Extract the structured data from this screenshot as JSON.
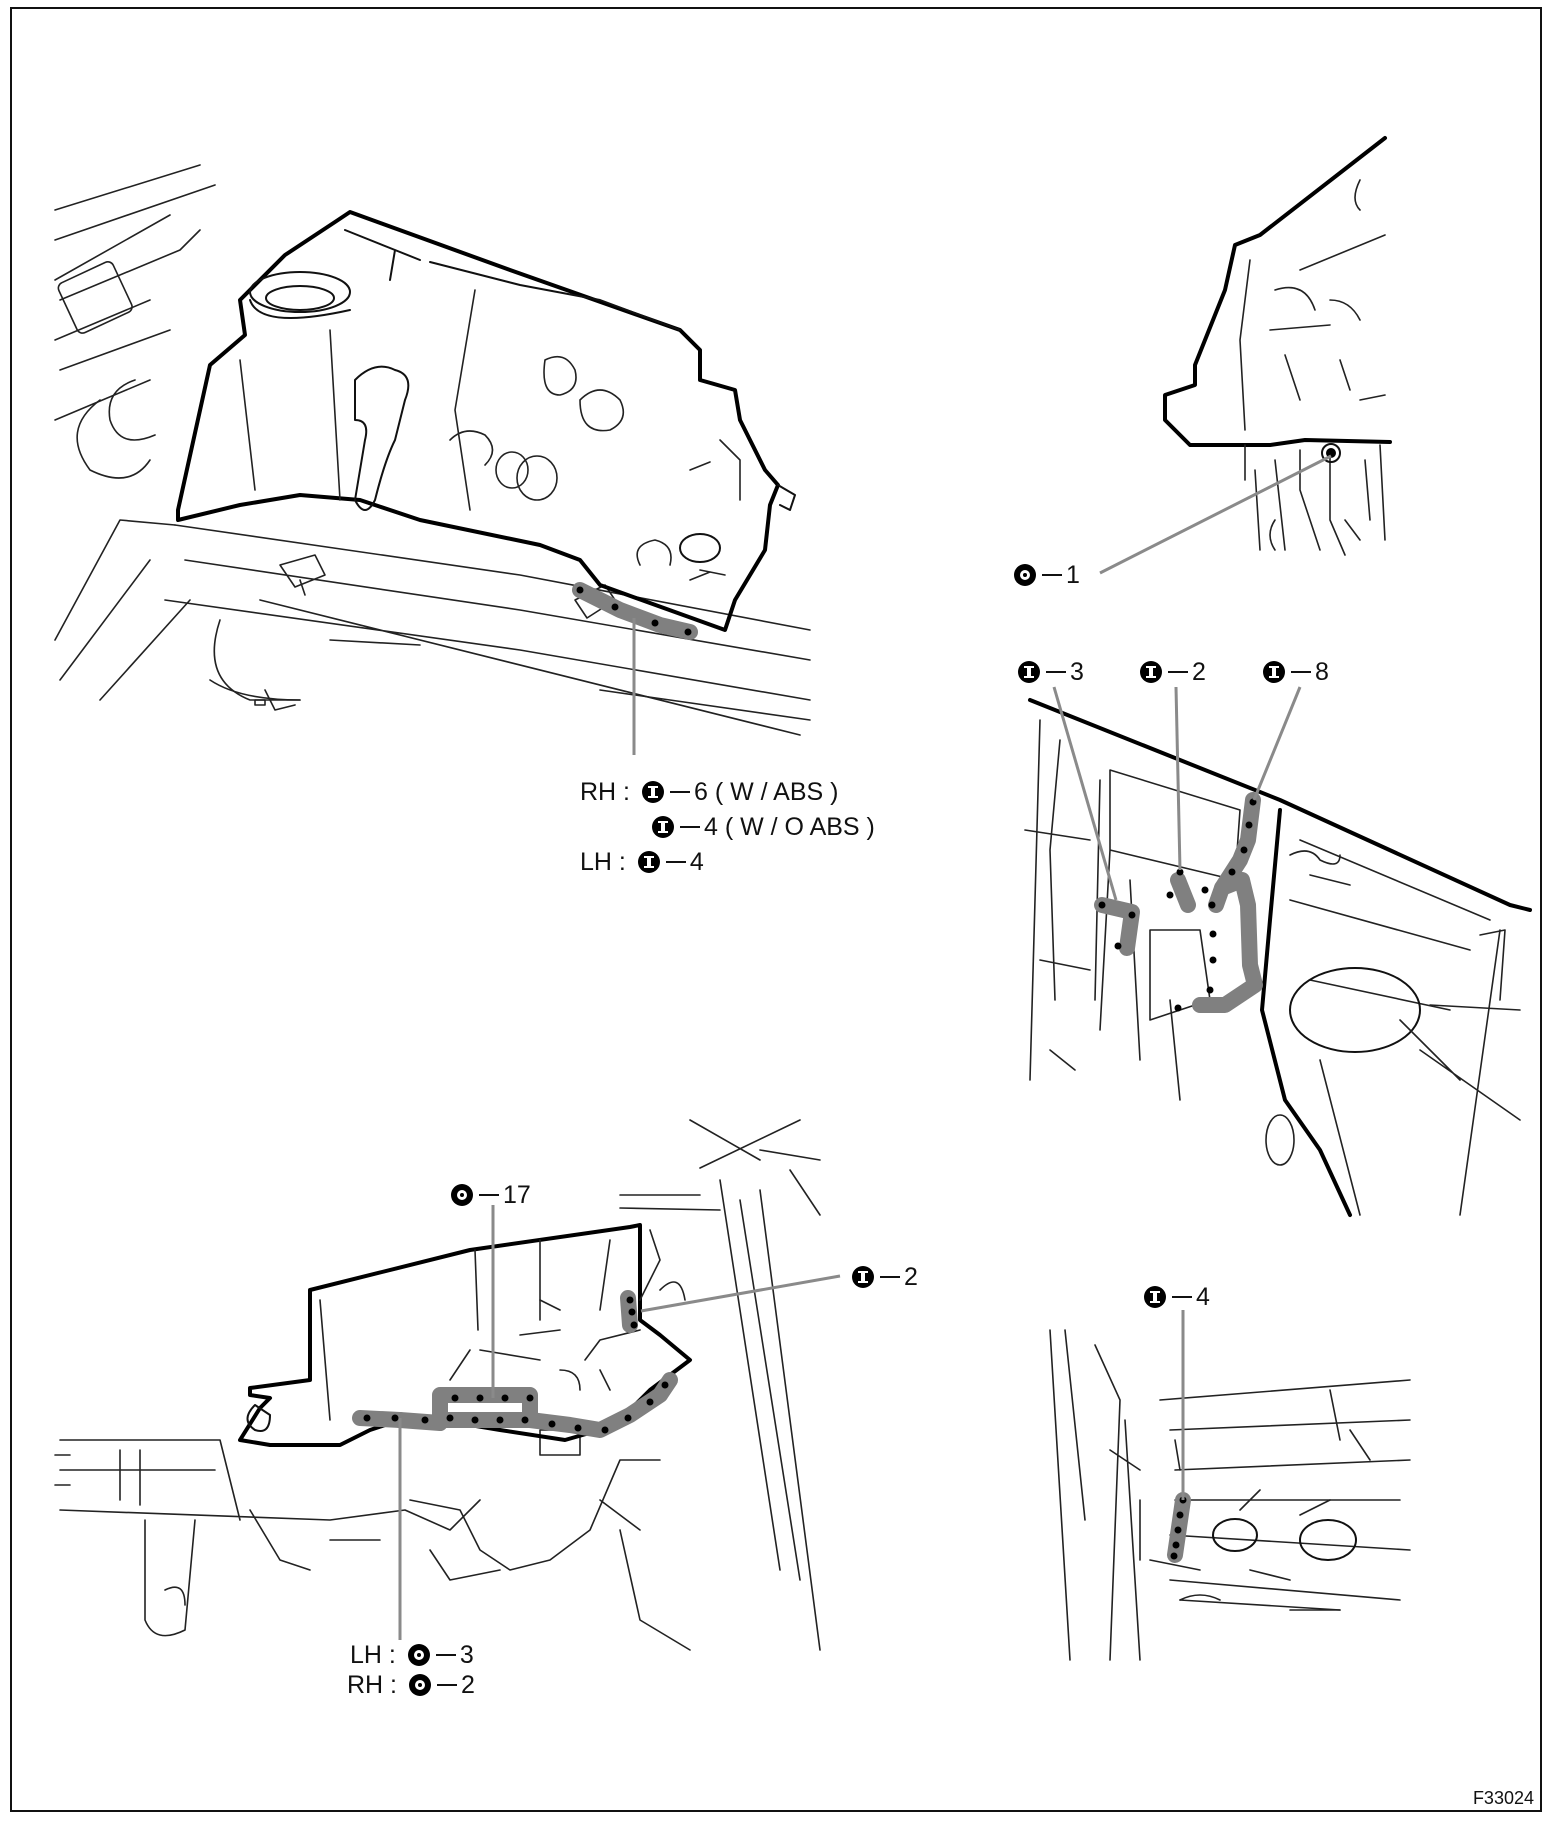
{
  "figure_id": "F33024",
  "callouts": {
    "top_left": {
      "rh_prefix": "RH :",
      "rh_line1": "6 ( W / ABS )",
      "rh_line2": "4 ( W / O ABS )",
      "lh_prefix": "LH :",
      "lh_line": "4"
    },
    "top_right": {
      "label": "1"
    },
    "mid_right": {
      "a": "3",
      "b": "2",
      "c": "8"
    },
    "bottom_left": {
      "top": "17",
      "right": "2",
      "lh_prefix": "LH :",
      "lh_value": "3",
      "rh_prefix": "RH :",
      "rh_value": "2"
    },
    "bottom_right": {
      "label": "4"
    }
  },
  "symbols": {
    "spot_weld": "spot-weld-symbol",
    "arc_weld": "arc-weld-symbol"
  },
  "colors": {
    "sealer": "#808080",
    "line": "#111111",
    "leader": "#8a8a8a"
  }
}
